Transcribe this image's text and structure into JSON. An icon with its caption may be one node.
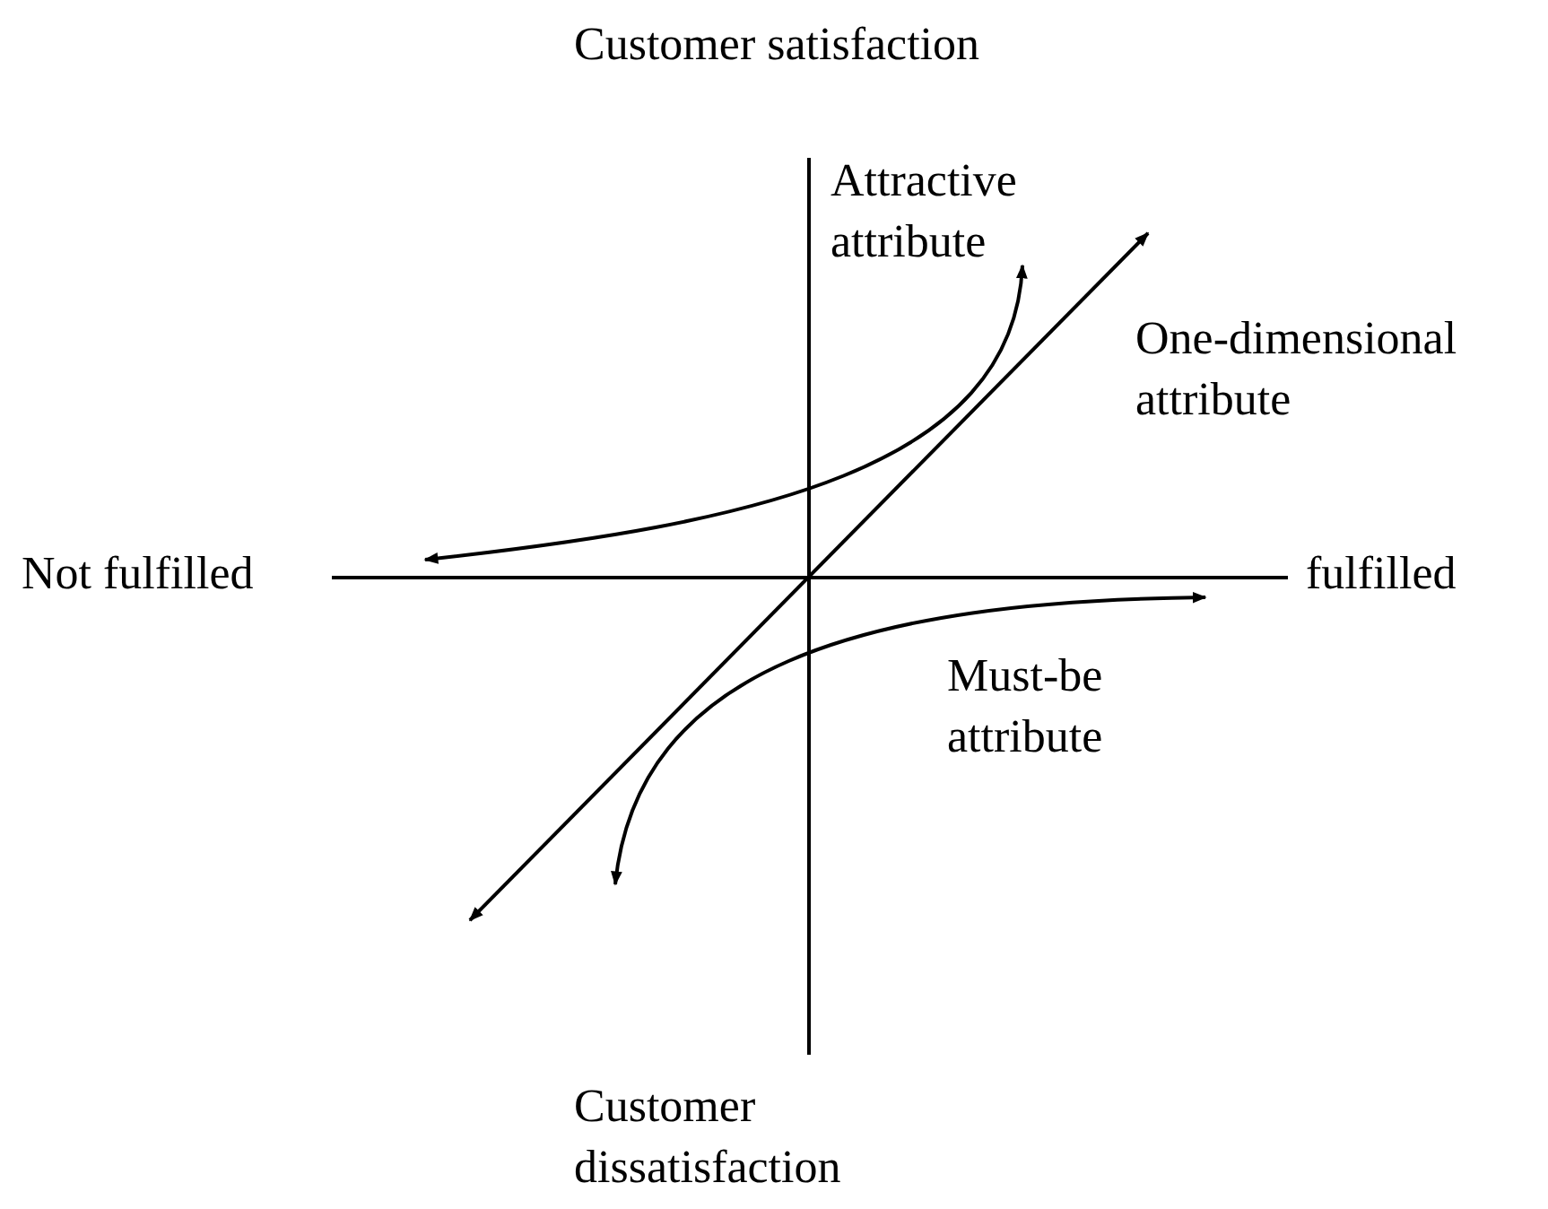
{
  "diagram": {
    "labels": [
      "Customer satisfaction",
      "Attractive attribute",
      "One-dimensional attribute",
      "Not fulfilled",
      "fulfilled",
      "Must-be attribute",
      "Customer dissatisfaction"
    ]
  }
}
